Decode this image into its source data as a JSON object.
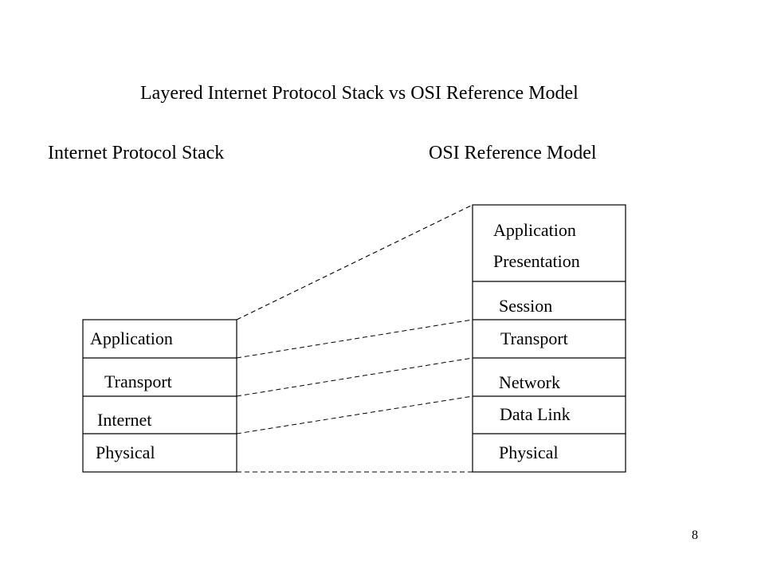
{
  "title": "Layered Internet Protocol Stack vs OSI Reference Model",
  "internet_stack": {
    "heading": "Internet Protocol Stack",
    "layers": [
      "Application",
      "Transport",
      "Internet",
      "Physical"
    ]
  },
  "osi_model": {
    "heading": "OSI Reference Model",
    "layers": [
      "Application",
      "Presentation",
      "Session",
      "Transport",
      "Network",
      "Data Link",
      "Physical"
    ]
  },
  "page_number": "8"
}
